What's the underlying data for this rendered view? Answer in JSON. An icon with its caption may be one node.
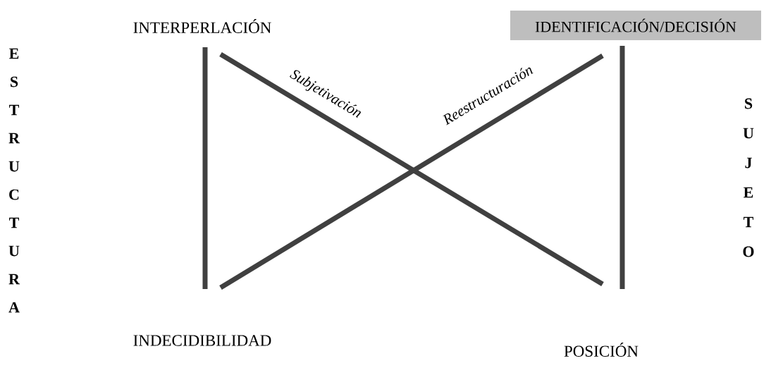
{
  "diagram": {
    "nodes": [
      {
        "text": [
          "INTERPERLACIÓN"
        ]
      },
      {
        "text": [
          "IDENTIFICACIÓN/DECISIÓN"
        ]
      },
      {
        "text": [
          "INDECIDIBILIDAD"
        ]
      },
      {
        "text": [
          "POSICIÓN"
        ]
      }
    ],
    "edges": [
      {
        "from": 0,
        "to": 2,
        "arrow": "none"
      },
      {
        "from": 1,
        "to": 3,
        "arrow": "none"
      },
      {
        "from": 0,
        "to": 3,
        "arrow": "none",
        "label": "Subjetivación"
      },
      {
        "from": 2,
        "to": 1,
        "arrow": "none",
        "label": "Reestructuración"
      }
    ],
    "labels": [
      "ESTRUCTURA",
      "SUJETO"
    ]
  }
}
